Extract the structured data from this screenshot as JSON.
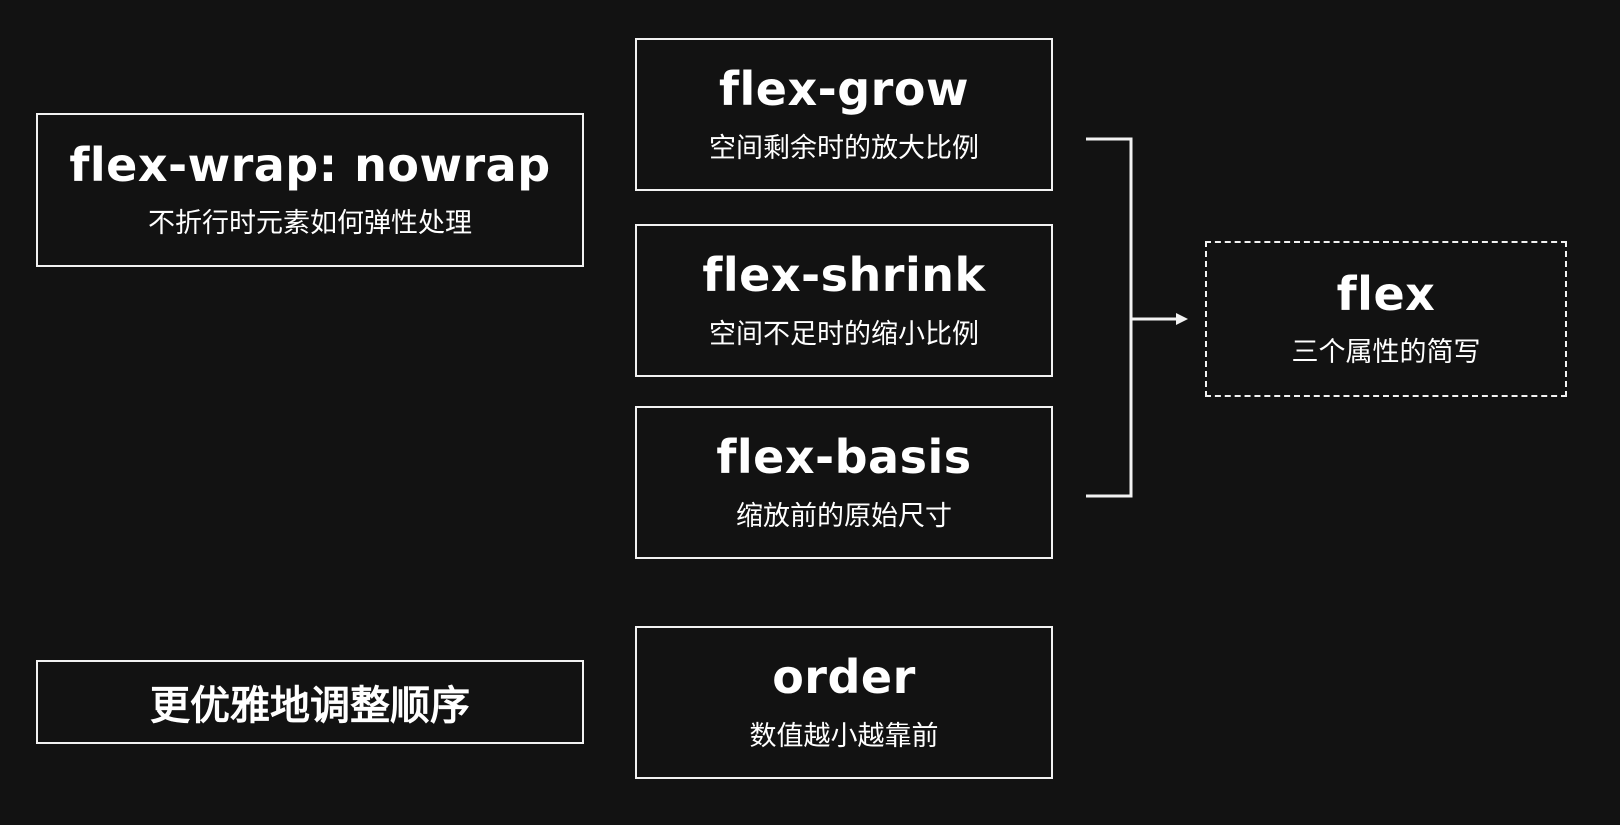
{
  "nodes": {
    "flex_wrap": {
      "title": "flex-wrap: nowrap",
      "desc": "不折行时元素如何弹性处理"
    },
    "flex_grow": {
      "title": "flex-grow",
      "desc": "空间剩余时的放大比例"
    },
    "flex_shrink": {
      "title": "flex-shrink",
      "desc": "空间不足时的缩小比例"
    },
    "flex_basis": {
      "title": "flex-basis",
      "desc": "缩放前的原始尺寸"
    },
    "flex": {
      "title": "flex",
      "desc": "三个属性的简写"
    },
    "reorder": {
      "label": "更优雅地调整顺序"
    },
    "order": {
      "title": "order",
      "desc": "数值越小越靠前"
    }
  },
  "colors": {
    "background": "#121212",
    "border": "#f2f2f2",
    "text": "#ffffff"
  }
}
